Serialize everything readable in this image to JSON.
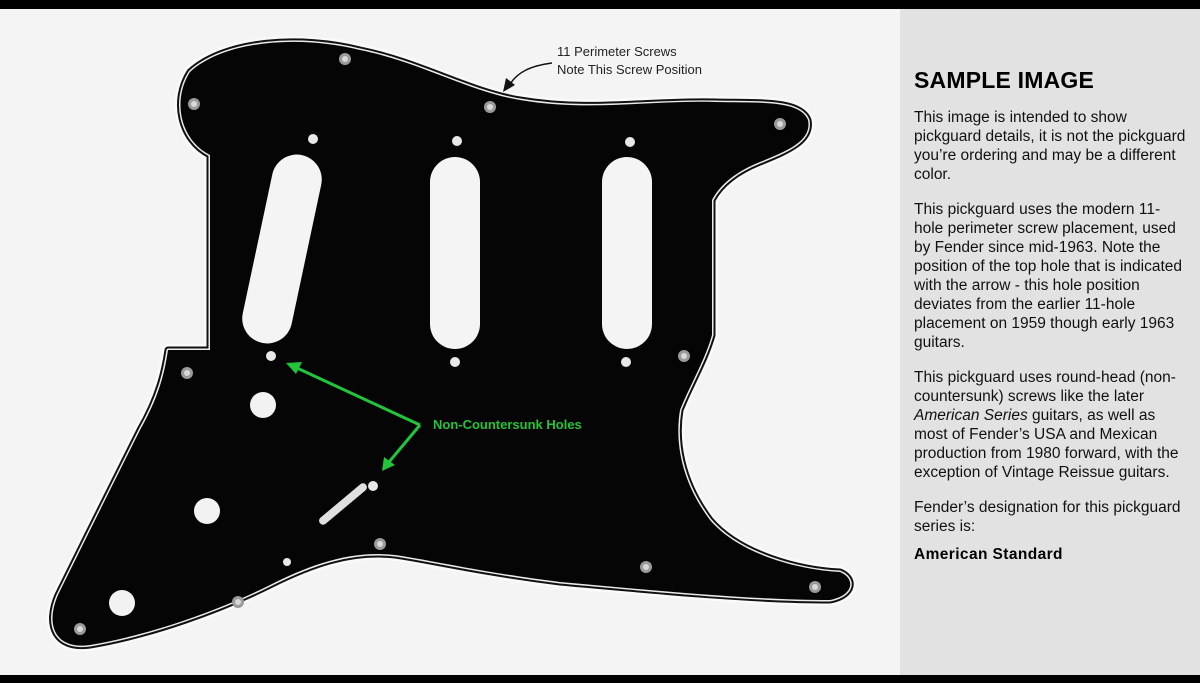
{
  "photo": {
    "callout_top_line1": "11 Perimeter Screws",
    "callout_top_line2": "Note This Screw Position",
    "callout_green": "Non-Countersunk Holes",
    "colors": {
      "pickguard": "#050505",
      "edge": "#f2f2f2",
      "green_arrow": "#22c43a",
      "background": "#f4f4f4"
    }
  },
  "sidebar": {
    "title": "SAMPLE IMAGE",
    "para1": "This image is intended to show pickguard details, it is not the pickguard you’re ordering and may be a different color.",
    "para2": "This pickguard uses the modern 11-hole perimeter screw placement, used by Fender since mid-1963. Note the position of the top hole that is indicated with the arrow - this hole position deviates from the earlier 11-hole placement on 1959 though early 1963 guitars.",
    "para3_before": "This pickguard uses round-head (non-countersunk) screws like the later ",
    "para3_em": "American Series",
    "para3_after": " guitars, as well as most of Fender’s USA and Mexican production from 1980 forward, with the exception of Vintage Reissue guitars.",
    "para4": "Fender’s designation for this pickguard series is:",
    "designation": "American Standard"
  }
}
